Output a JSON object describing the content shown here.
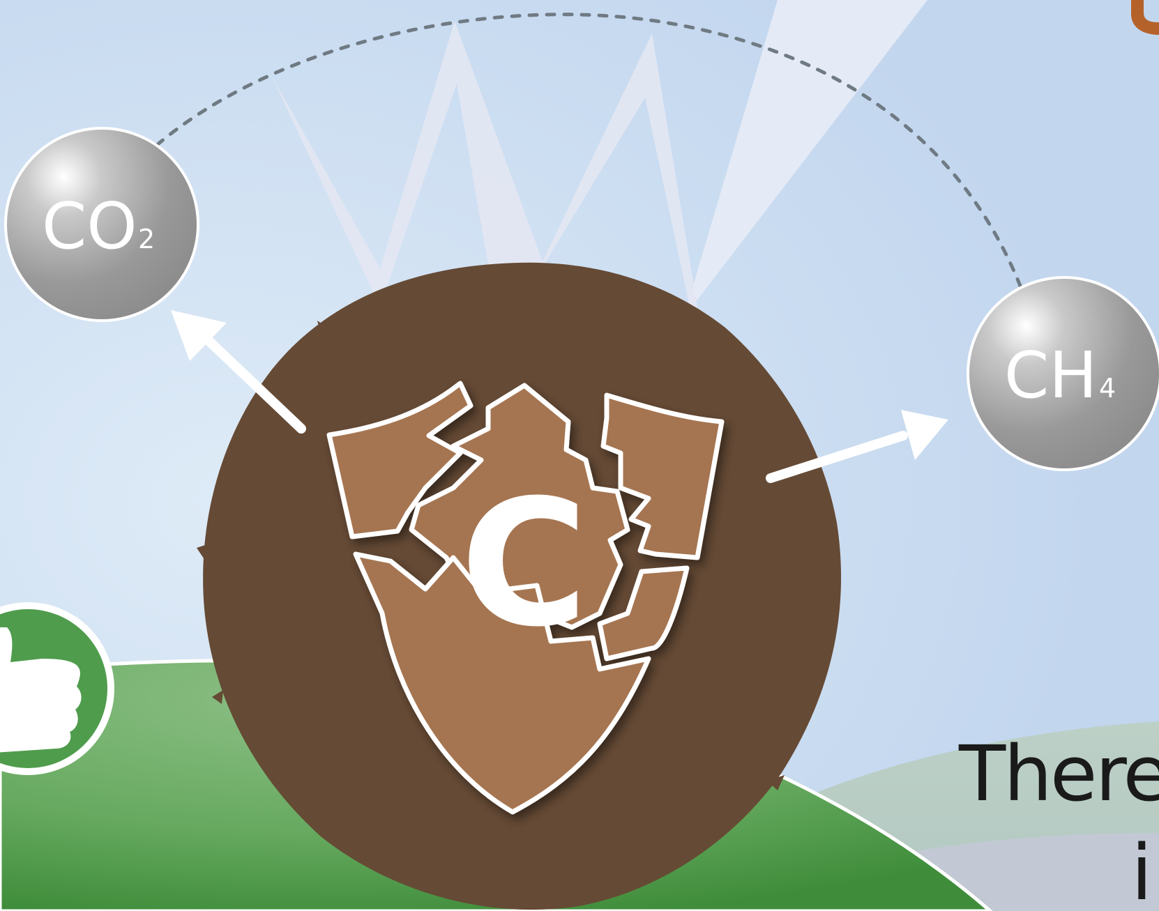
{
  "molecules": {
    "co2": {
      "main": "CO",
      "sub": "2"
    },
    "ch4": {
      "main": "CH",
      "sub": "4"
    }
  },
  "soil_symbol": "C",
  "caption_fragment": "There is",
  "caption_fragment_line2": "i",
  "colors": {
    "sky": "#c4d8ee",
    "soil_dark": "#654a35",
    "shield_brown": "#a57451",
    "hill_green": "#4d9848",
    "badge_green": "#4f9c4d",
    "molecule_gray": "#9a9a9a",
    "corner_orange": "#b5622a"
  },
  "icons": [
    "thumbs-up-icon",
    "shield-icon",
    "arrow-icon"
  ]
}
